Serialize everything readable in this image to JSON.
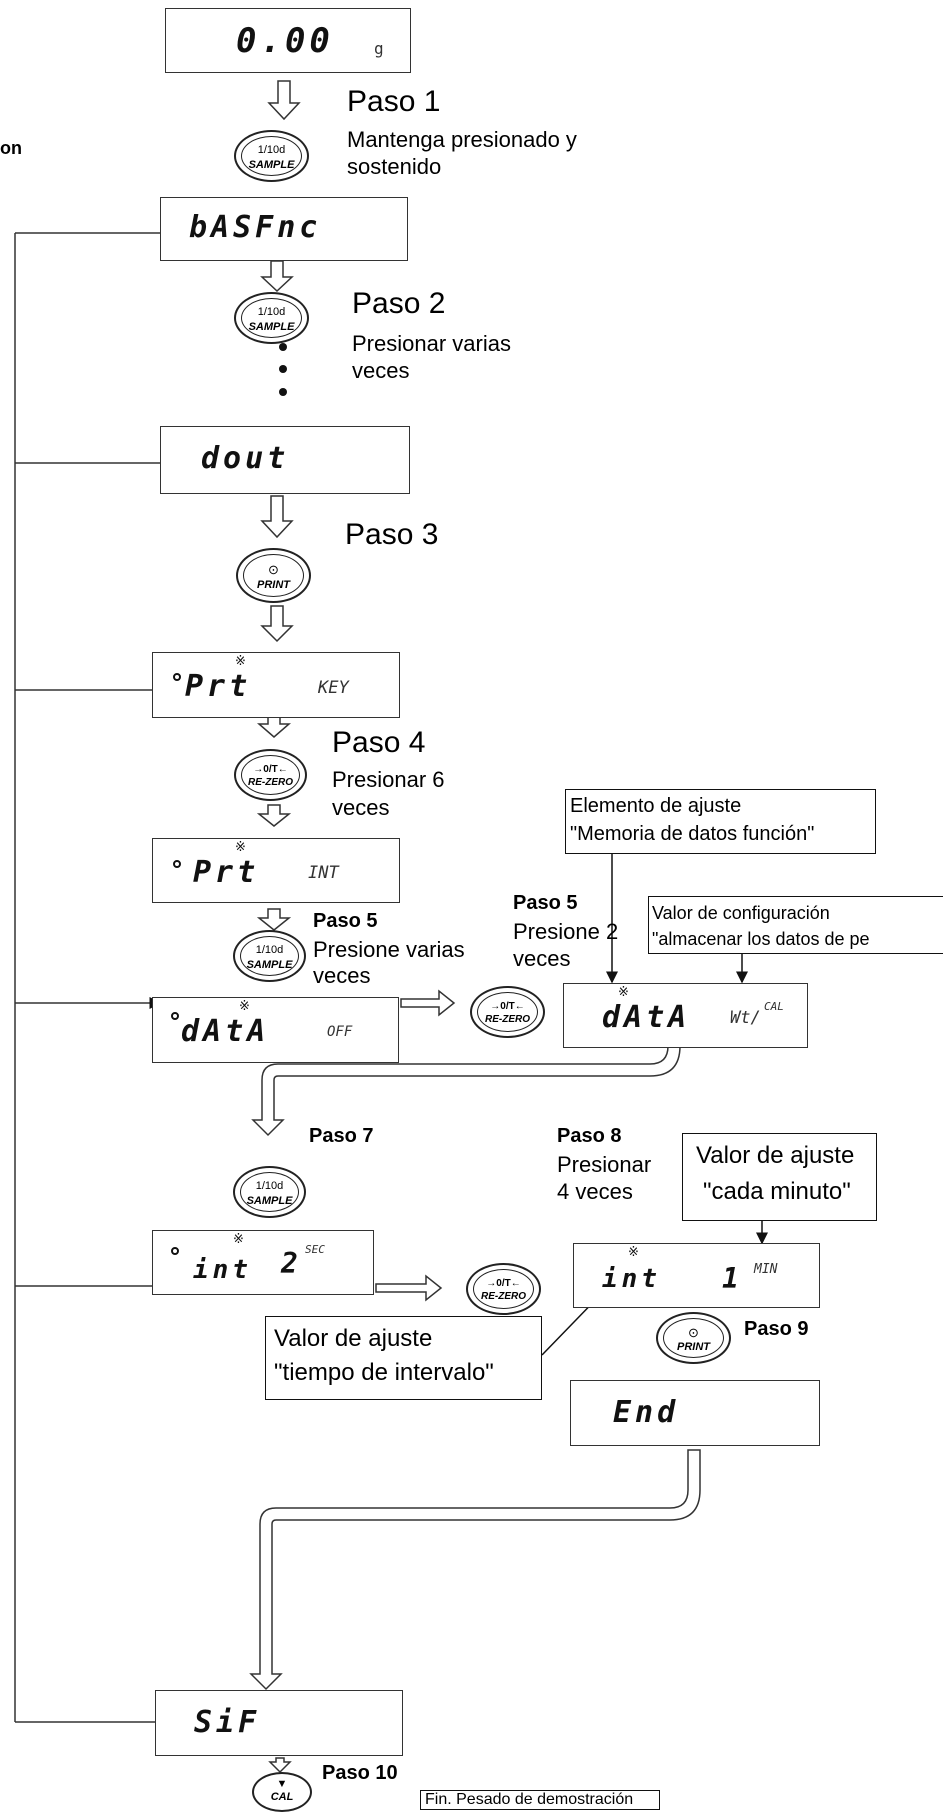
{
  "left_label": "on",
  "displays": {
    "d1_main": "0.00",
    "d1_unit": "g",
    "d2_main": "bASFnc",
    "d3_main": "dout",
    "d4_main": "Prt",
    "d4_aux": "KEY",
    "d5_main": "Prt",
    "d5_aux": "INT",
    "d6_main": "dAtA",
    "d6_aux": "OFF",
    "d7_main": "dAtA",
    "d7_aux": "Wt/",
    "d7_sup": "CAL",
    "d8_main": "int",
    "d8_val": "2",
    "d8_sup": "SEC",
    "d9_main": "int",
    "d9_val": "1",
    "d9_sup": "MIN",
    "d10_main": "End",
    "d11_main": "SiF"
  },
  "buttons": {
    "sample_top": "1/10d",
    "sample_bottom": "SAMPLE",
    "print_top": "⊙",
    "print_bottom": "PRINT",
    "rezero_top": "→0/T←",
    "rezero_bottom": "RE-ZERO",
    "cal_top": "▼",
    "cal_bottom": "CAL"
  },
  "steps": {
    "s1": "Paso 1",
    "s1_text1": "Mantenga presionado y",
    "s1_text2": "sostenido",
    "s2": "Paso 2",
    "s2_text1": "Presionar varias",
    "s2_text2": "veces",
    "s3": "Paso 3",
    "s4": "Paso 4",
    "s4_text1": "Presionar 6",
    "s4_text2": "veces",
    "s5a": "Paso 5",
    "s5a_text1": "Presione varias",
    "s5a_text2": "veces",
    "s5b": "Paso 5",
    "s5b_text1": "Presione 2",
    "s5b_text2": "veces",
    "s7": "Paso 7",
    "s8": "Paso 8",
    "s8_text1": "Presionar",
    "s8_text2": "4 veces",
    "s9": "Paso 9",
    "s10": "Paso 10"
  },
  "callouts": {
    "c1_line1": "Elemento de ajuste",
    "c1_line2": "\"Memoria de datos función\"",
    "c2_line1": "Valor de configuración",
    "c2_line2": "\"almacenar los datos de pe",
    "c3_line1": "Valor de ajuste",
    "c3_line2": "\"cada minuto\"",
    "c4_line1": "Valor de ajuste",
    "c4_line2": "\"tiempo de intervalo\"",
    "c5": "Fin. Pesado de demostración"
  }
}
